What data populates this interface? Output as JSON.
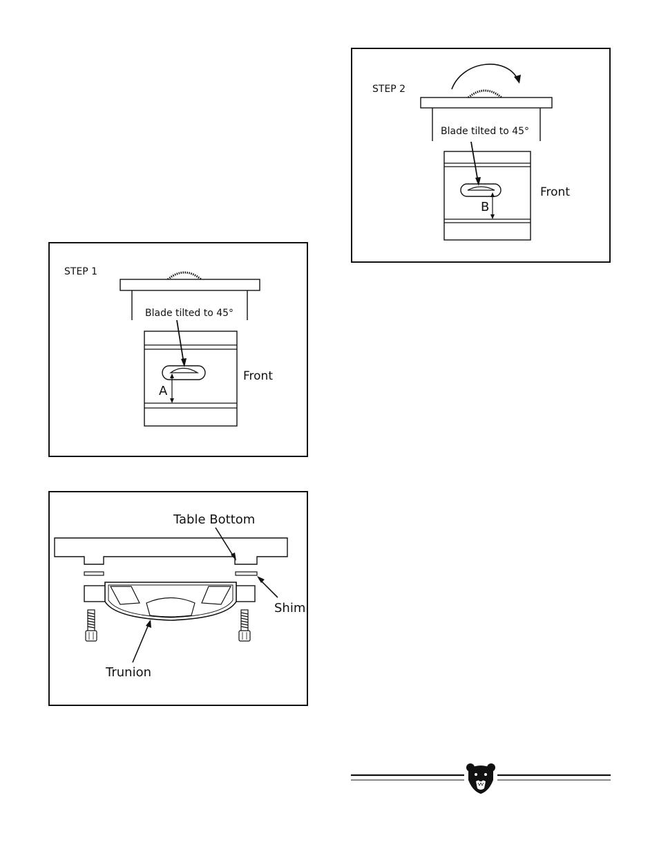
{
  "figures": {
    "step1": {
      "step_label": "STEP 1",
      "blade_label": "Blade tilted to 45°",
      "front_label": "Front",
      "measure_label": "A"
    },
    "step2": {
      "step_label": "STEP 2",
      "blade_label": "Blade tilted to 45°",
      "front_label": "Front",
      "measure_label": "B"
    },
    "trunnion": {
      "table_bottom_label": "Table Bottom",
      "shim_label": "Shim",
      "trunion_label": "Trunion"
    }
  },
  "footer": {
    "logo_icon": "bear-head-icon"
  }
}
